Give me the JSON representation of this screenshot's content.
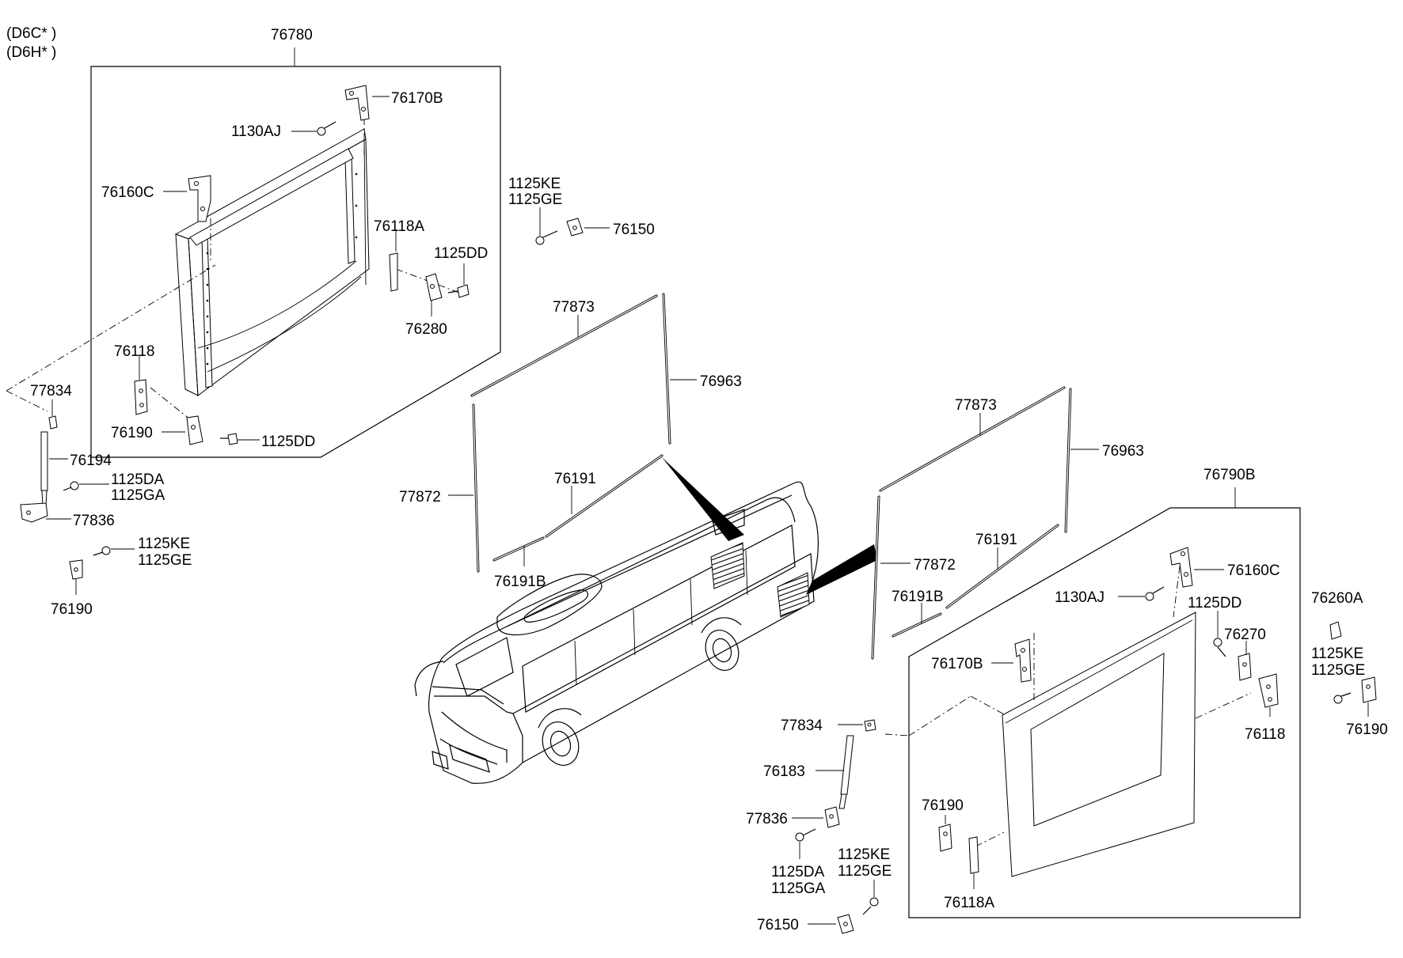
{
  "variant_notes": [
    "(D6C* )",
    "(D6H* )"
  ],
  "callouts": {
    "c76780": "76780",
    "c76170B_l": "76170B",
    "c1130AJ_l": "1130AJ",
    "c76160C_l": "76160C",
    "c76118A_l": "76118A",
    "c1125DD_l1": "1125DD",
    "c76280": "76280",
    "c76118_l": "76118",
    "c77834_l": "77834",
    "c76190_l1": "76190",
    "c1125DD_l2": "1125DD",
    "c76194": "76194",
    "c1125DA_l": "1125DA",
    "c1125GA_l": "1125GA",
    "c77836_l": "77836",
    "c1125KE_l": "1125KE",
    "c1125GE_l": "1125GE",
    "c76190_l2": "76190",
    "c1125KE_t": "1125KE",
    "c1125GE_t": "1125GE",
    "c76150_t": "76150",
    "c77873_l": "77873",
    "c76963_l": "76963",
    "c76191_l": "76191",
    "c77872_l": "77872",
    "c76191B_l": "76191B",
    "c77873_r": "77873",
    "c76963_r": "76963",
    "c76790B": "76790B",
    "c76191_r": "76191",
    "c77872_r": "77872",
    "c76160C_r": "76160C",
    "c1130AJ_r": "1130AJ",
    "c1125DD_r": "1125DD",
    "c76191B_r": "76191B",
    "c76270": "76270",
    "c76260A": "76260A",
    "c1125KE_r": "1125KE",
    "c1125GE_r": "1125GE",
    "c76170B_r": "76170B",
    "c76118_r": "76118",
    "c76190_r1": "76190",
    "c77834_r": "77834",
    "c76183": "76183",
    "c77836_r": "77836",
    "c76190_r2": "76190",
    "c76118A_r": "76118A",
    "c1125DA_r": "1125DA",
    "c1125GA_r": "1125GA",
    "c1125KE_b": "1125KE",
    "c1125GE_b": "1125GE",
    "c76150_b": "76150"
  },
  "colors": {
    "line": "#000000",
    "background": "#ffffff"
  }
}
